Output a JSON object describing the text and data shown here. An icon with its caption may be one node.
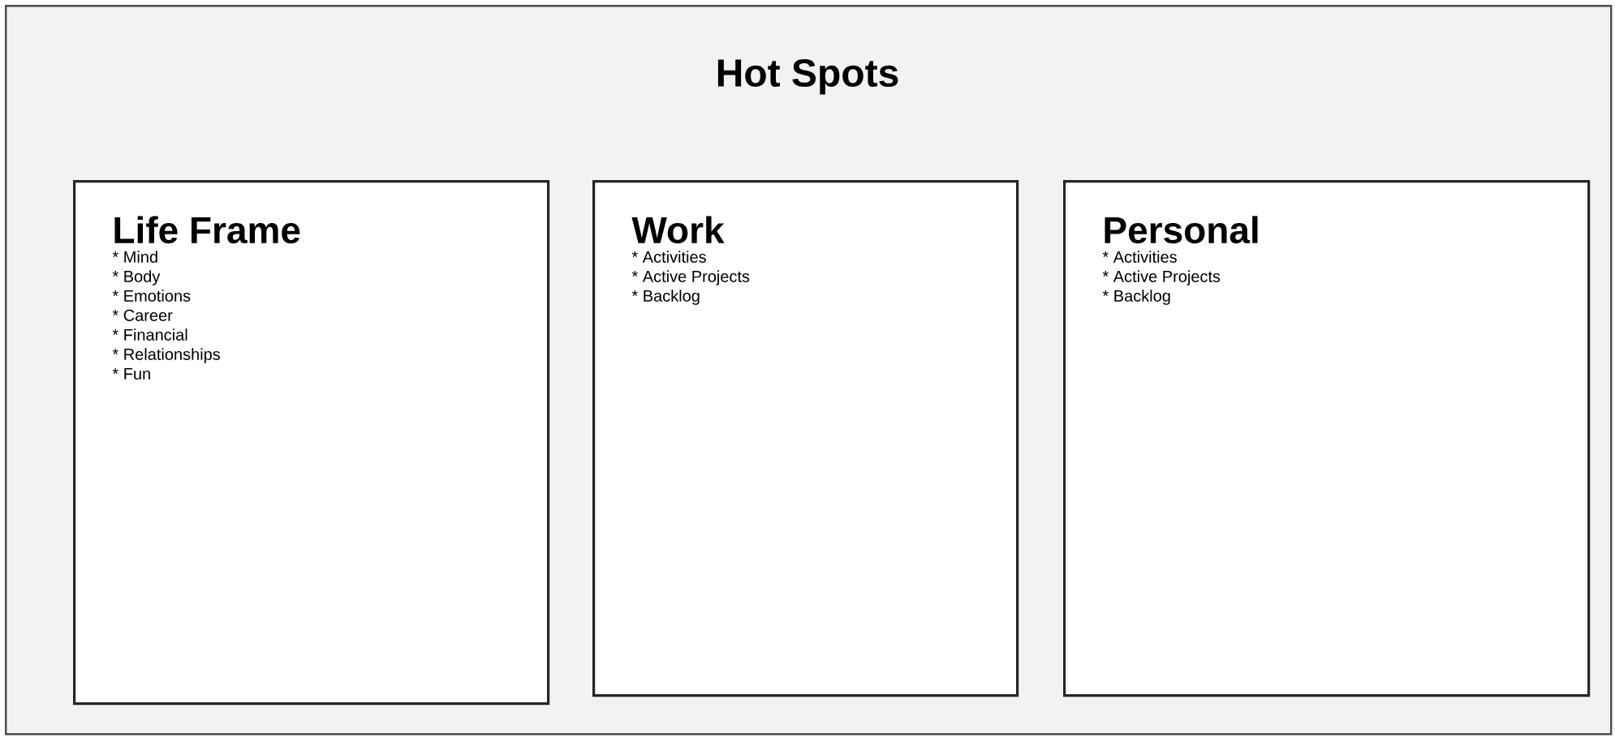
{
  "diagram": {
    "nodes": [
      {
        "text": [
          "Hot Spots"
        ]
      },
      {
        "text": [
          "Life Frame",
          "* Mind",
          "* Body",
          "* Emotions",
          "* Career",
          "* Financial",
          "* Relationships",
          "* Fun"
        ],
        "in": 0
      },
      {
        "text": [
          "Work",
          "* Activities",
          "* Active Projects",
          "* Backlog"
        ],
        "in": 0
      },
      {
        "text": [
          "Personal",
          "* Activities",
          "* Active Projects",
          "* Backlog"
        ],
        "in": 0
      }
    ]
  }
}
